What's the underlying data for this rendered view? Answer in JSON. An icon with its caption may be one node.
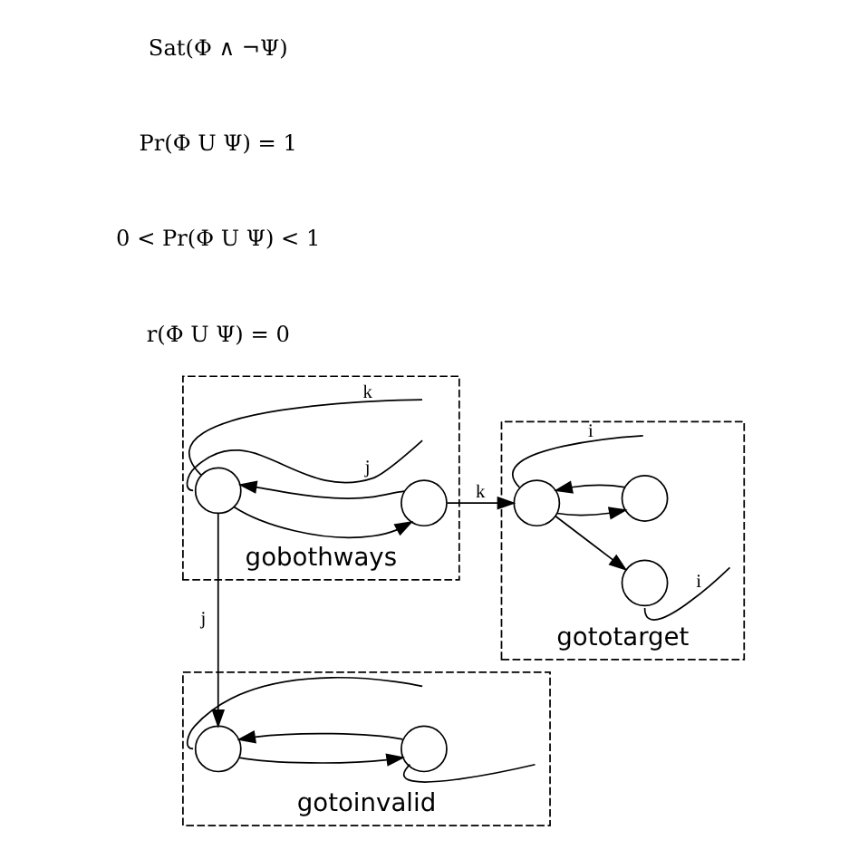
{
  "diagram": {
    "nodes": [
      {
        "text": [
          "gotoinvalid"
        ]
      },
      {
        "text": [],
        "shape": "circle",
        "in": 0
      },
      {
        "text": [],
        "shape": "circle",
        "in": 0
      },
      {
        "text": [
          "gobothways"
        ]
      },
      {
        "text": [],
        "shape": "circle",
        "in": 3
      },
      {
        "text": [],
        "shape": "circle",
        "in": 3
      },
      {
        "text": [
          "gototarget"
        ]
      },
      {
        "text": [],
        "shape": "circle",
        "in": 6
      },
      {
        "text": [],
        "shape": "circle",
        "in": 6
      },
      {
        "text": [],
        "shape": "circle",
        "in": 6
      }
    ],
    "edges": [
      {
        "from": 4,
        "to": 5,
        "arrow": "to"
      },
      {
        "from": 5,
        "to": 4,
        "arrow": "to"
      },
      {
        "from": 4,
        "to": null,
        "arrow": "none",
        "label": "j"
      },
      {
        "from": 4,
        "to": 1,
        "arrow": "to",
        "label": "j"
      },
      {
        "from": 4,
        "to": null,
        "arrow": "none",
        "label": "k"
      },
      {
        "from": 5,
        "to": 8,
        "arrow": "to",
        "label": "k"
      },
      {
        "from": 1,
        "to": null,
        "arrow": "none"
      },
      {
        "from": 1,
        "to": 2,
        "arrow": "to"
      },
      {
        "from": 2,
        "to": 1,
        "arrow": "to"
      },
      {
        "from": 2,
        "to": null,
        "arrow": "none"
      },
      {
        "from": 8,
        "to": 7,
        "arrow": "to"
      },
      {
        "from": 7,
        "to": null,
        "arrow": "none",
        "label": "i"
      },
      {
        "from": 8,
        "to": null,
        "arrow": "none",
        "label": "i"
      },
      {
        "from": 8,
        "to": 9,
        "arrow": "to"
      },
      {
        "from": 9,
        "to": 8,
        "arrow": "to"
      }
    ],
    "labels": [
      "r(Φ U Ψ) = 0",
      "0 < Pr(Φ U Ψ) < 1",
      "Pr(Φ U Ψ) = 1",
      "Sat(Φ ∧ ¬Ψ)"
    ]
  }
}
